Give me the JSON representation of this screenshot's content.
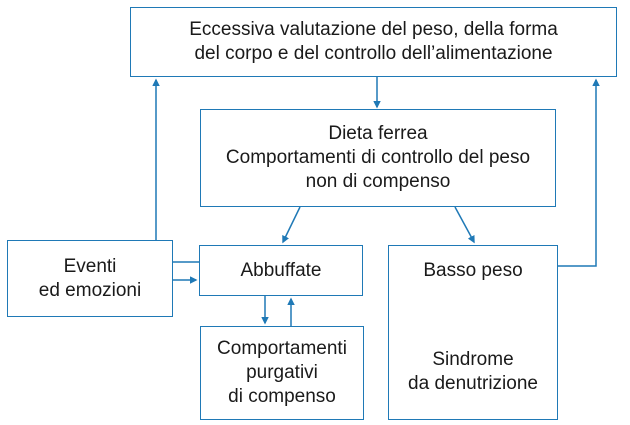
{
  "nodes": {
    "overvaluation": {
      "lines": [
        "Eccessiva valutazione del peso, della forma",
        "del corpo e del controllo dell’alimentazione"
      ]
    },
    "strict_diet": {
      "lines": [
        "Dieta ferrea",
        "Comportamenti di controllo del peso",
        "non di compenso"
      ]
    },
    "events": {
      "lines": [
        "Eventi",
        "ed emozioni"
      ]
    },
    "binge": {
      "lines": [
        "Abbuffate"
      ]
    },
    "purging": {
      "lines": [
        "Comportamenti",
        "purgativi",
        "di compenso"
      ]
    },
    "low_weight": {
      "title": "Basso peso",
      "consequence": [
        "Sindrome",
        "da denutrizione"
      ]
    }
  },
  "colors": {
    "border": "#1f79b6",
    "arrow": "#1f79b6",
    "text": "#1a1a1a"
  }
}
